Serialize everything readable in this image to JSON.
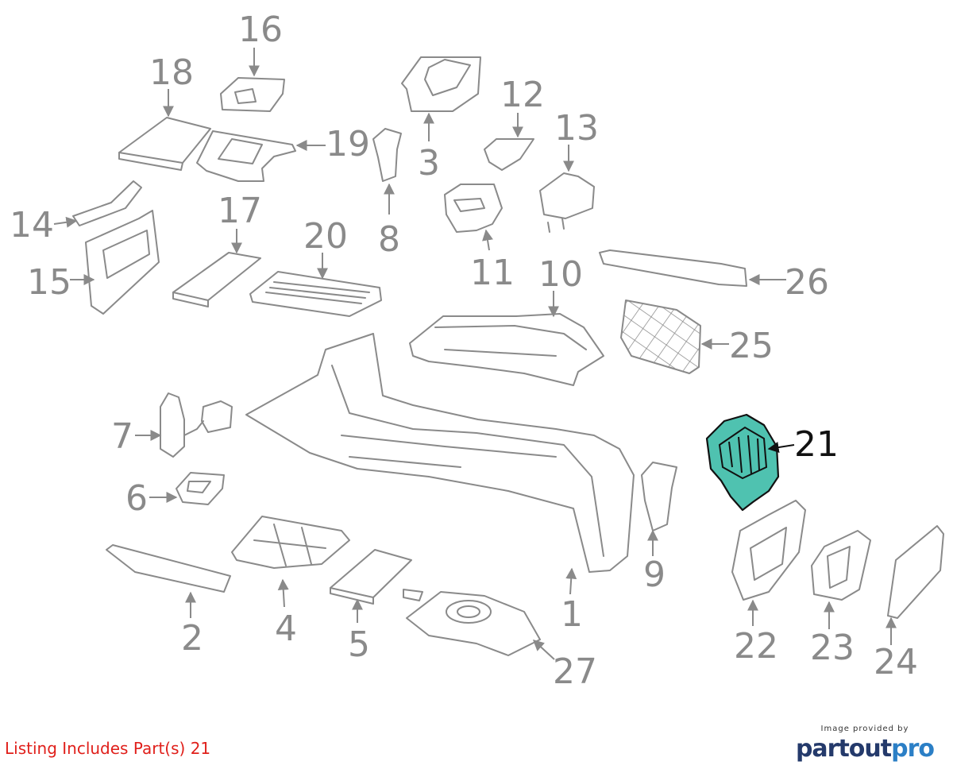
{
  "callouts": {
    "c1": "1",
    "c2": "2",
    "c3": "3",
    "c4": "4",
    "c5": "5",
    "c6": "6",
    "c7": "7",
    "c8": "8",
    "c9": "9",
    "c10": "10",
    "c11": "11",
    "c12": "12",
    "c13": "13",
    "c14": "14",
    "c15": "15",
    "c16": "16",
    "c17": "17",
    "c18": "18",
    "c19": "19",
    "c20": "20",
    "c21": "21",
    "c22": "22",
    "c23": "23",
    "c24": "24",
    "c25": "25",
    "c26": "26",
    "c27": "27"
  },
  "highlight": {
    "part": "21",
    "color": "#4fc2b0"
  },
  "footer": {
    "listing_note": "Listing Includes Part(s) 21",
    "credit_label": "Image provided by",
    "logo_part1": "partout",
    "logo_part2": "pro"
  },
  "colors": {
    "line": "#8a8a8a",
    "note": "#e0201b",
    "logo_dark": "#243a6b",
    "logo_light": "#2b7fc6"
  }
}
